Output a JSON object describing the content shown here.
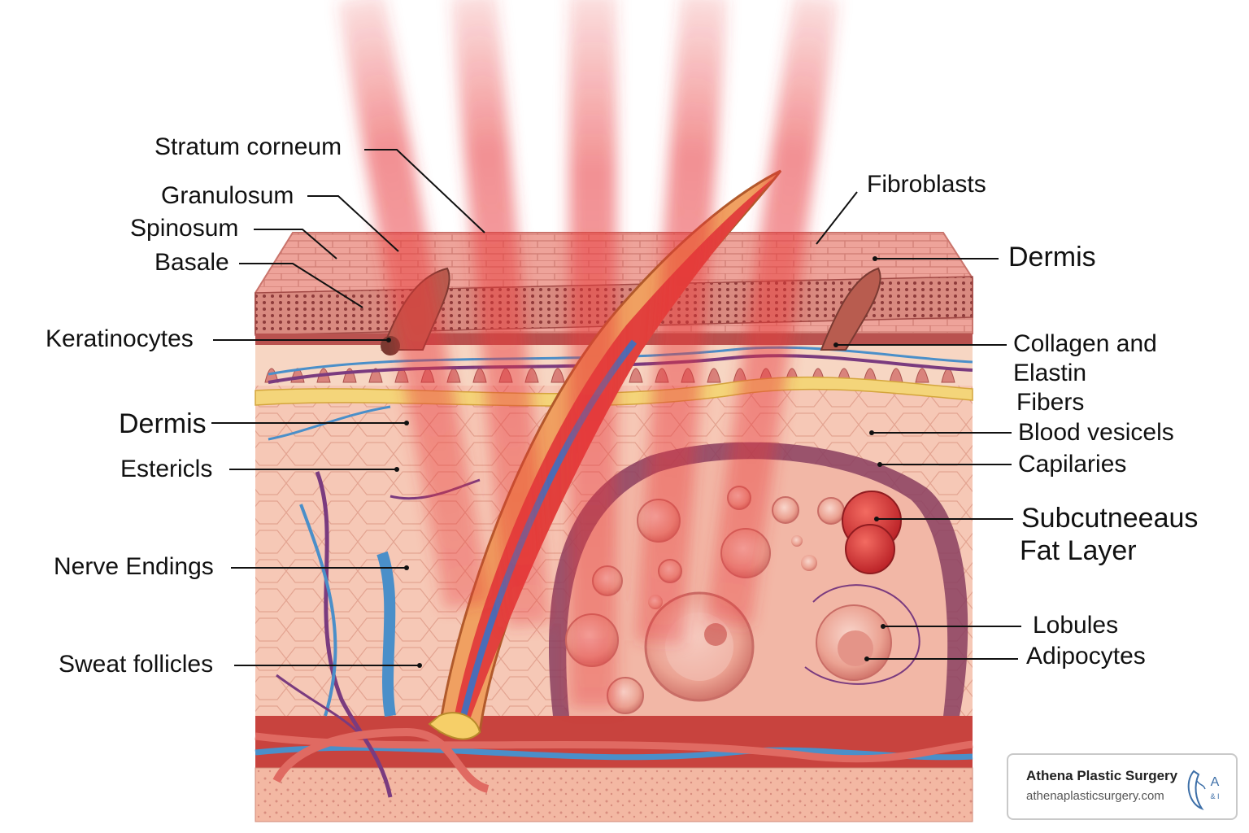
{
  "labels_left": [
    {
      "id": "stratum-corneum",
      "text": "Stratum corneum"
    },
    {
      "id": "granulosum",
      "text": "Granulosum"
    },
    {
      "id": "spinosum",
      "text": "Spinosum"
    },
    {
      "id": "basale",
      "text": "Basale"
    },
    {
      "id": "keratinocytes",
      "text": "Keratinocytes"
    },
    {
      "id": "dermis-left",
      "text": "Dermis"
    },
    {
      "id": "estericls",
      "text": "Estericls"
    },
    {
      "id": "nerve-endings",
      "text": "Nerve Endings"
    },
    {
      "id": "sweat-follicles",
      "text": "Sweat follicles"
    }
  ],
  "labels_right": [
    {
      "id": "fibroblasts",
      "text": "Fibroblasts"
    },
    {
      "id": "dermis-right",
      "text": "Dermis"
    },
    {
      "id": "collagen-elastin",
      "lines": [
        "Collagen and",
        "Elastin",
        "Fibers"
      ]
    },
    {
      "id": "blood-vesicels",
      "text": "Blood vesicels"
    },
    {
      "id": "capilaries",
      "text": "Capilaries"
    },
    {
      "id": "subcutaneous",
      "lines": [
        "Subcutneeaus",
        "Fat Layer"
      ]
    },
    {
      "id": "lobules",
      "text": "Lobules"
    },
    {
      "id": "adipocytes",
      "text": "Adipocytes"
    }
  ],
  "watermark": {
    "brand": "Athena Plastic Surgery",
    "url": "athenaplasticsurgery.com",
    "logo_text": "A",
    "logo_sub": "& I"
  },
  "colors": {
    "skin_top": "#e8938e",
    "dermis": "#f6c8b6",
    "fat": "#f2b7a6",
    "light_beam": "#e8373a",
    "nerve_yellow": "#f4d57a",
    "vessel_blue": "#4a8fc9",
    "vessel_purple": "#7a3b7f",
    "muscle_red": "#c8433e"
  }
}
